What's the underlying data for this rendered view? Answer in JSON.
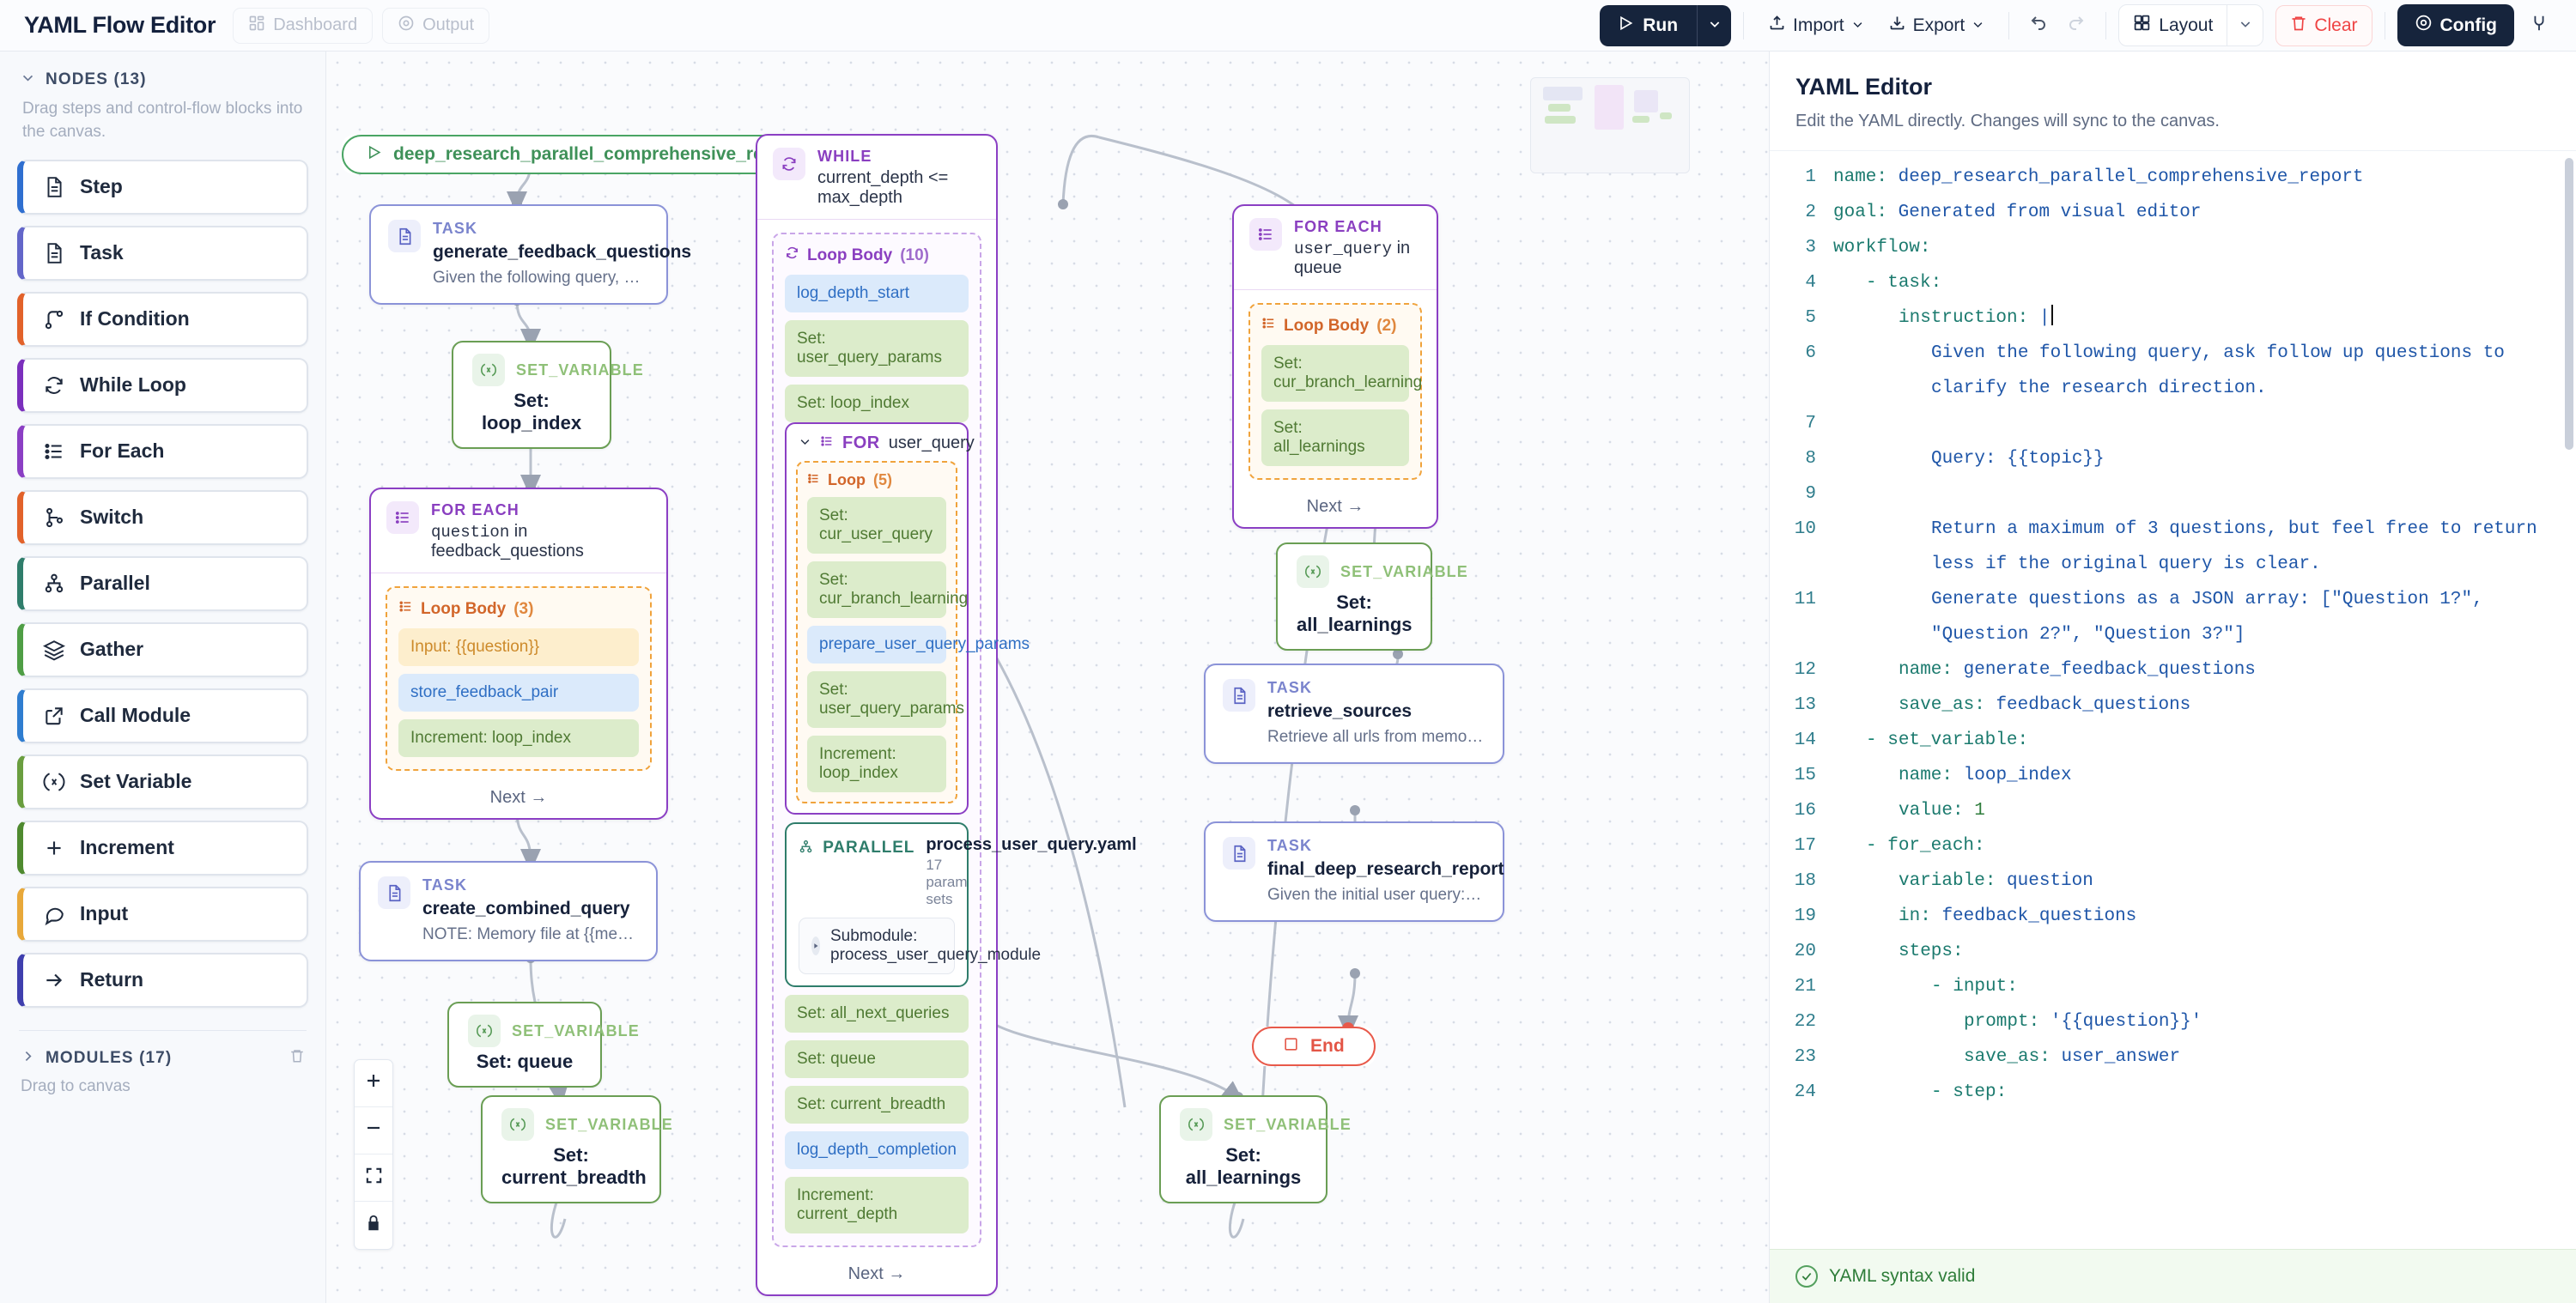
{
  "header": {
    "app_title": "YAML Flow Editor",
    "dashboard_label": "Dashboard",
    "output_label": "Output",
    "run_label": "Run",
    "import_label": "Import",
    "export_label": "Export",
    "layout_label": "Layout",
    "clear_label": "Clear",
    "config_label": "Config",
    "accent_dark": "#16243c",
    "danger": "#ef4444"
  },
  "sidebar": {
    "nodes_section_label": "NODES (13)",
    "hint": "Drag steps and control-flow blocks into the canvas.",
    "modules_section_label": "MODULES (17)",
    "footer_hint": "Drag to canvas",
    "items": [
      {
        "label": "Step",
        "icon": "document-icon",
        "color": "#2f6fd0"
      },
      {
        "label": "Task",
        "icon": "document-icon",
        "color": "#6366c9"
      },
      {
        "label": "If Condition",
        "icon": "branch-icon",
        "color": "#e2622a"
      },
      {
        "label": "While Loop",
        "icon": "refresh-icon",
        "color": "#7b2fbd"
      },
      {
        "label": "For Each",
        "icon": "list-icon",
        "color": "#8b3fc4"
      },
      {
        "label": "Switch",
        "icon": "switch-icon",
        "color": "#e2622a"
      },
      {
        "label": "Parallel",
        "icon": "parallel-icon",
        "color": "#2f7d6b"
      },
      {
        "label": "Gather",
        "icon": "layers-icon",
        "color": "#4f9e45"
      },
      {
        "label": "Call Module",
        "icon": "external-icon",
        "color": "#2f7dd0"
      },
      {
        "label": "Set Variable",
        "icon": "variable-icon",
        "color": "#6a9e3f"
      },
      {
        "label": "Increment",
        "icon": "plus-icon",
        "color": "#4f8a2f"
      },
      {
        "label": "Input",
        "icon": "chat-icon",
        "color": "#e8a83a"
      },
      {
        "label": "Return",
        "icon": "arrow-right-icon",
        "color": "#3f3fae"
      }
    ]
  },
  "canvas": {
    "start_node": {
      "label": "deep_research_parallel_comprehensive_report"
    },
    "end_node": {
      "label": "End"
    },
    "zoom_controls": [
      "zoom-in",
      "zoom-out",
      "fit-view",
      "lock"
    ],
    "nodes": {
      "generate_feedback_questions": {
        "kicker": "TASK",
        "title": "generate_feedback_questions",
        "subtitle": "Given the following query, ask follow…"
      },
      "set_loop_index": {
        "kicker": "SET_VARIABLE",
        "title": "Set: loop_index"
      },
      "for_each_question": {
        "kicker": "FOR EACH",
        "condition_var": "question",
        "condition_rest": "in feedback_questions",
        "loop_body_label": "Loop Body",
        "loop_body_count": "(3)",
        "next_label": "Next →",
        "steps": [
          {
            "text": "Input: {{question}}",
            "kind": "amber"
          },
          {
            "text": "store_feedback_pair",
            "kind": "blue"
          },
          {
            "text": "Increment: loop_index",
            "kind": "green"
          }
        ]
      },
      "create_combined_query": {
        "kicker": "TASK",
        "title": "create_combined_query",
        "subtitle": "NOTE: Memory file at {{memory_file…"
      },
      "set_queue": {
        "kicker": "SET_VARIABLE",
        "title": "Set: queue"
      },
      "while_loop": {
        "kicker": "WHILE",
        "condition": "current_depth <= max_depth",
        "loop_body_label": "Loop Body",
        "loop_body_count": "(10)",
        "next_label": "Next →",
        "steps_before": [
          {
            "text": "log_depth_start",
            "kind": "blue"
          },
          {
            "text": "Set: user_query_params",
            "kind": "green"
          },
          {
            "text": "Set: loop_index",
            "kind": "green"
          }
        ],
        "inner_for": {
          "label": "FOR",
          "variable": "user_query",
          "loop_label": "Loop",
          "loop_count": "(5)",
          "steps": [
            {
              "text": "Set: cur_user_query",
              "kind": "green"
            },
            {
              "text": "Set: cur_branch_learning",
              "kind": "green"
            },
            {
              "text": "prepare_user_query_params",
              "kind": "blue"
            },
            {
              "text": "Set: user_query_params",
              "kind": "green"
            },
            {
              "text": "Increment: loop_index",
              "kind": "green"
            }
          ]
        },
        "parallel": {
          "kicker": "PARALLEL",
          "file": "process_user_query.yaml",
          "param_sets": "17 param sets",
          "submodule": "Submodule: process_user_query_module"
        },
        "steps_after": [
          {
            "text": "Set: all_next_queries",
            "kind": "green"
          },
          {
            "text": "Set: queue",
            "kind": "green"
          },
          {
            "text": "Set: current_breadth",
            "kind": "green"
          },
          {
            "text": "log_depth_completion",
            "kind": "blue"
          },
          {
            "text": "Increment: current_depth",
            "kind": "green"
          }
        ]
      },
      "for_each_user_query": {
        "kicker": "FOR EACH",
        "condition_var": "user_query",
        "condition_rest": "in queue",
        "loop_body_label": "Loop Body",
        "loop_body_count": "(2)",
        "next_label": "Next →",
        "steps": [
          {
            "text": "Set: cur_branch_learning",
            "kind": "green"
          },
          {
            "text": "Set: all_learnings",
            "kind": "green"
          }
        ]
      },
      "set_all_learnings_right": {
        "kicker": "SET_VARIABLE",
        "title": "Set: all_learnings"
      },
      "retrieve_sources": {
        "kicker": "TASK",
        "title": "retrieve_sources",
        "subtitle": "Retrieve all urls from memory: mem…"
      },
      "final_deep_research_report": {
        "kicker": "TASK",
        "title": "final_deep_research_report",
        "subtitle": "Given the initial user query: {{combi…"
      },
      "set_current_breadth": {
        "kicker": "SET_VARIABLE",
        "title": "Set: current_breadth"
      },
      "set_all_learnings_bottom": {
        "kicker": "SET_VARIABLE",
        "title": "Set: all_learnings"
      }
    }
  },
  "yaml_panel": {
    "title": "YAML Editor",
    "subtitle": "Edit the YAML directly. Changes will sync to the canvas.",
    "status": "YAML syntax valid",
    "lines": [
      {
        "n": "1",
        "indent": 0,
        "key": "name",
        "sep": ": ",
        "val": "deep_research_parallel_comprehensive_report"
      },
      {
        "n": "2",
        "indent": 0,
        "key": "goal",
        "sep": ": ",
        "val": "Generated from visual editor"
      },
      {
        "n": "3",
        "indent": 0,
        "key": "workflow",
        "sep": ":",
        "val": ""
      },
      {
        "n": "4",
        "indent": 1,
        "dash": true,
        "key": "task",
        "sep": ":",
        "val": ""
      },
      {
        "n": "5",
        "indent": 2,
        "key": "instruction",
        "sep": ": ",
        "val": "|",
        "caret": true
      },
      {
        "n": "6",
        "indent": 3,
        "raw": "Given the following query, ask follow up questions to clarify the research direction."
      },
      {
        "n": "7",
        "indent": 3,
        "raw": ""
      },
      {
        "n": "8",
        "indent": 3,
        "raw": "Query: {{topic}}"
      },
      {
        "n": "9",
        "indent": 3,
        "raw": ""
      },
      {
        "n": "10",
        "indent": 3,
        "raw": "Return a maximum of 3 questions, but feel free to return less if the original query is clear."
      },
      {
        "n": "11",
        "indent": 3,
        "raw": "Generate questions as a JSON array: [\"Question 1?\", \"Question 2?\", \"Question 3?\"]"
      },
      {
        "n": "12",
        "indent": 2,
        "key": "name",
        "sep": ": ",
        "val": "generate_feedback_questions"
      },
      {
        "n": "13",
        "indent": 2,
        "key": "save_as",
        "sep": ": ",
        "val": "feedback_questions"
      },
      {
        "n": "14",
        "indent": 1,
        "dash": true,
        "key": "set_variable",
        "sep": ":",
        "val": ""
      },
      {
        "n": "15",
        "indent": 2,
        "key": "name",
        "sep": ": ",
        "val": "loop_index"
      },
      {
        "n": "16",
        "indent": 2,
        "key": "value",
        "sep": ": ",
        "num": "1"
      },
      {
        "n": "17",
        "indent": 1,
        "dash": true,
        "key": "for_each",
        "sep": ":",
        "val": ""
      },
      {
        "n": "18",
        "indent": 2,
        "key": "variable",
        "sep": ": ",
        "val": "question"
      },
      {
        "n": "19",
        "indent": 2,
        "key": "in",
        "sep": ": ",
        "val": "feedback_questions"
      },
      {
        "n": "20",
        "indent": 2,
        "key": "steps",
        "sep": ":",
        "val": ""
      },
      {
        "n": "21",
        "indent": 3,
        "dash": true,
        "key": "input",
        "sep": ":",
        "val": ""
      },
      {
        "n": "22",
        "indent": 4,
        "key": "prompt",
        "sep": ": ",
        "val": "'{{question}}'"
      },
      {
        "n": "23",
        "indent": 4,
        "key": "save_as",
        "sep": ": ",
        "val": "user_answer"
      },
      {
        "n": "24",
        "indent": 3,
        "dash": true,
        "key": "step",
        "sep": ":",
        "val": ""
      }
    ]
  }
}
